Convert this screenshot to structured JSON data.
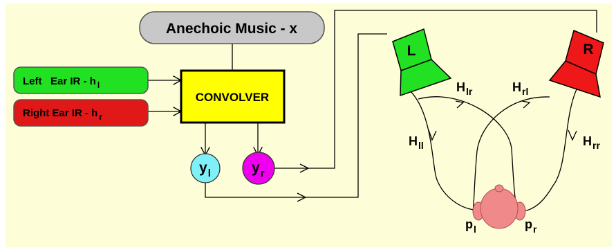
{
  "source": {
    "label": "Anechoic Music - x"
  },
  "convolver": {
    "label": "CONVOLVER"
  },
  "left_ir": {
    "label": "Left   Ear IR - h",
    "sub": "l"
  },
  "right_ir": {
    "label": "Right Ear IR - h",
    "sub": "r"
  },
  "outputs": {
    "left": {
      "main": "y",
      "sub": "l"
    },
    "right": {
      "main": "y",
      "sub": "r"
    }
  },
  "speakers": {
    "left": "L",
    "right": "R"
  },
  "transfer_paths": {
    "ll": {
      "main": "H",
      "sub": "ll"
    },
    "lr": {
      "main": "H",
      "sub": "lr"
    },
    "rl": {
      "main": "H",
      "sub": "rl"
    },
    "rr": {
      "main": "H",
      "sub": "rr"
    }
  },
  "ears": {
    "left": {
      "main": "p",
      "sub": "l"
    },
    "right": {
      "main": "p",
      "sub": "r"
    }
  },
  "colors": {
    "background": "#fdfdd8",
    "source_box": "#c8c8c8",
    "convolver_box": "#ffff00",
    "left_ir_box": "#22e022",
    "right_ir_box": "#e01818",
    "y_left": "#7ff0f8",
    "y_right": "#ee00ee",
    "speaker_left": "#22e022",
    "speaker_right": "#ee1818",
    "head": "#f08a8a"
  }
}
